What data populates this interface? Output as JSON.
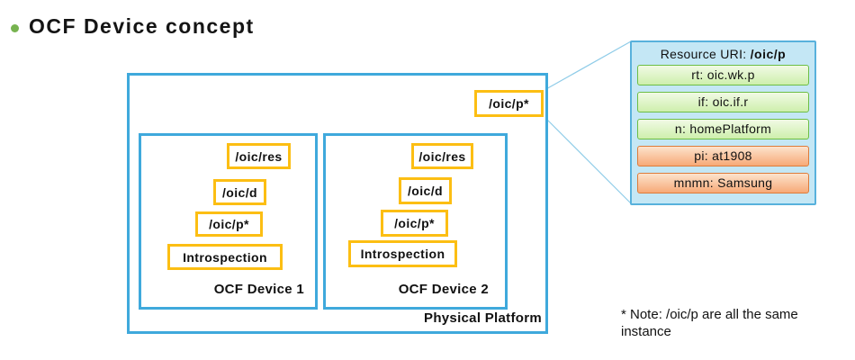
{
  "title": {
    "text": "OCF Device concept"
  },
  "platform": {
    "label": "Physical Platform",
    "oic_p_label": "/oic/p*",
    "devices": [
      {
        "label": "OCF Device 1",
        "resources": [
          "/oic/res",
          "/oic/d",
          "/oic/p*",
          "Introspection"
        ]
      },
      {
        "label": "OCF Device 2",
        "resources": [
          "/oic/res",
          "/oic/d",
          "/oic/p*",
          "Introspection"
        ]
      }
    ]
  },
  "panel": {
    "header_prefix": "Resource URI: ",
    "header_value": "/oic/p",
    "rows": [
      {
        "label": "rt: oic.wk.p",
        "type": "green"
      },
      {
        "label": "if: oic.if.r",
        "type": "green"
      },
      {
        "label": "n: homePlatform",
        "type": "green"
      },
      {
        "label": "pi: at1908",
        "type": "orange"
      },
      {
        "label": "mnmn: Samsung",
        "type": "orange"
      }
    ]
  },
  "note": {
    "line1": "* Note: /oic/p are all the same",
    "line2": "instance"
  },
  "colors": {
    "box_border_blue": "#3fa9dc",
    "chip_border_gold": "#fcbe13",
    "panel_background": "#c4e7f5",
    "panel_border": "#58b1dc",
    "green_border": "#6dbe45",
    "orange_border": "#de7c3a",
    "bullet_green": "#77b34f",
    "callout_line": "#8fcce8"
  }
}
